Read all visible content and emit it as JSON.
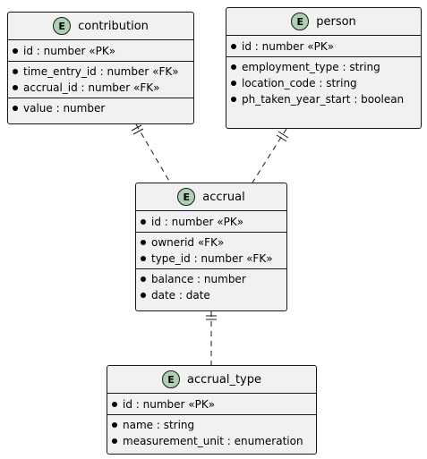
{
  "entity_icon_letter": "E",
  "colors": {
    "entity_fill": "#f1f1f1",
    "badge_fill": "#add1b2",
    "border": "#181818"
  },
  "entities": {
    "contribution": {
      "name": "contribution",
      "sections": [
        [
          "id : number «PK»"
        ],
        [
          "time_entry_id : number «FK»",
          "accrual_id : number «FK»"
        ],
        [
          "value : number"
        ]
      ]
    },
    "person": {
      "name": "person",
      "sections": [
        [
          "id : number «PK»"
        ],
        [
          "employment_type : string",
          "location_code : string",
          "ph_taken_year_start : boolean"
        ]
      ]
    },
    "accrual": {
      "name": "accrual",
      "sections": [
        [
          "id : number «PK»"
        ],
        [
          "ownerid «FK»",
          "type_id : number «FK»"
        ],
        [
          "balance : number",
          "date : date"
        ]
      ]
    },
    "accrual_type": {
      "name": "accrual_type",
      "sections": [
        [
          "id : number «PK»"
        ],
        [
          "name : string",
          "measurement_unit : enumeration"
        ]
      ]
    }
  },
  "relations": [
    {
      "from": "contribution",
      "to": "accrual",
      "from_cardinality": "exactly-one",
      "style": "dashed"
    },
    {
      "from": "person",
      "to": "accrual",
      "from_cardinality": "exactly-one",
      "style": "dashed"
    },
    {
      "from": "accrual",
      "to": "accrual_type",
      "from_cardinality": "exactly-one",
      "style": "dashed"
    }
  ]
}
